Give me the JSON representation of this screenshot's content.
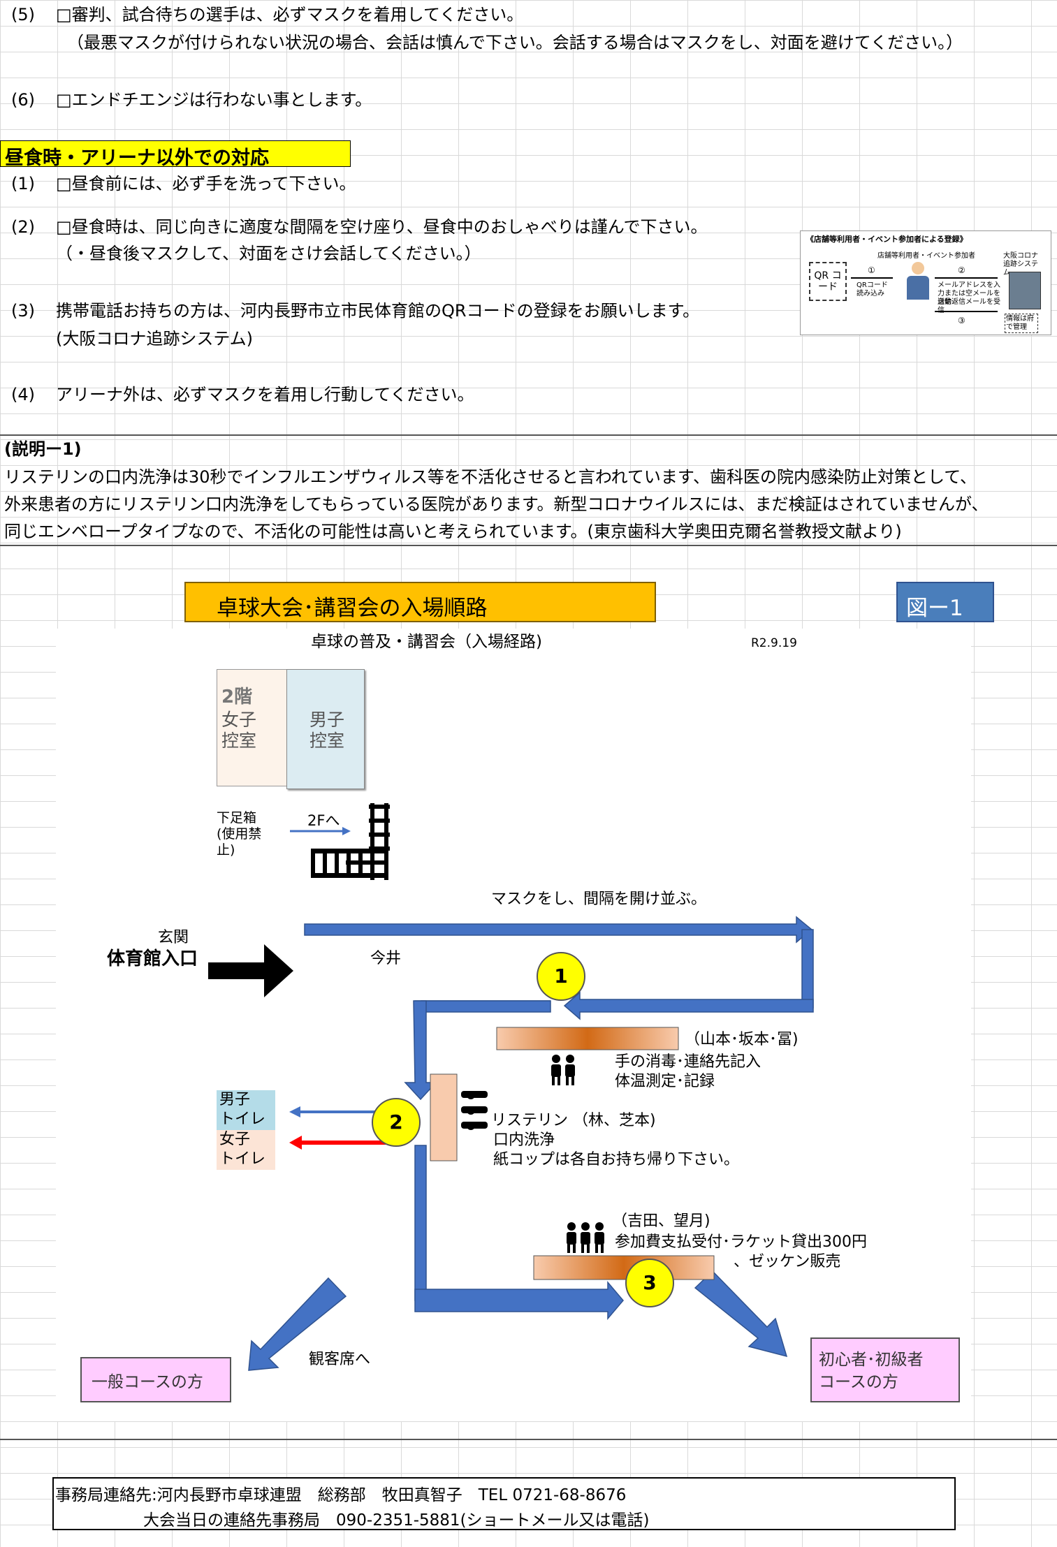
{
  "items_top": [
    {
      "num": "(5)",
      "text": "□審判、試合待ちの選手は、必ずマスクを着用してください。"
    },
    {
      "num": "",
      "text": "（最悪マスクが付けられない状況の場合、会話は慎んで下さい。会話する場合はマスクをし、対面を避けてください。）"
    },
    {
      "num": "(6)",
      "text": "□エンドチエンジは行わない事とします。"
    }
  ],
  "lunch": {
    "heading": "昼食時・アリーナ以外での対応",
    "items": [
      {
        "num": "(1)",
        "text": "□昼食前には、必ず手を洗って下さい。"
      },
      {
        "num": "(2)",
        "text": "□昼食時は、同じ向きに適度な間隔を空け座り、昼食中のおしゃべりは謹んで下さい。"
      },
      {
        "num": "",
        "text": "（・昼食後マスクして、対面をさけ会話してください。）"
      },
      {
        "num": "(3)",
        "text": "携帯電話お持ちの方は、河内長野市立市民体育館のQRコードの登録をお願いします。"
      },
      {
        "num": "",
        "text": "(大阪コロナ追跡システム)"
      },
      {
        "num": "(4)",
        "text": "アリーナ外は、必ずマスクを着用し行動してください。"
      }
    ]
  },
  "qr_panel": {
    "title": "《店舗等利用者・イベント参加者による登録》",
    "user_label": "店舗等利用者・イベント参加者",
    "system_label": "大阪コロナ追跡システム",
    "qr_label": "QR コード",
    "step1": "①",
    "step1_text": "QRコード読み込み",
    "step2": "②",
    "step2_text": "メールアドレスを入力または空メールを送信",
    "step3": "③",
    "step3_text": "自動返信メールを受信",
    "note": "情報は府で管理"
  },
  "explanation": {
    "heading": "(説明ー1)",
    "lines": [
      "リステリンの口内洗浄は30秒でインフルエンザウィルス等を不活化させると言われています、歯科医の院内感染防止対策として、",
      "外来患者の方にリステリン口内洗浄をしてもらっている医院があります。新型コロナウイルスには、まだ検証はされていませんが、",
      "同じエンベロープタイプなので、不活化の可能性は高いと考えられています。(東京歯科大学奥田克爾名誉教授文献より)"
    ]
  },
  "diagram": {
    "banner": "卓球大会･講習会の入場順路",
    "fig_label": "図ー1",
    "subtitle": "卓球の普及・講習会（入場経路)",
    "date": "R2.9.19",
    "floor": "2階",
    "women_room": "女子 控室",
    "women_room_l1": "女子",
    "women_room_l2": "控室",
    "men_room_l1": "男子",
    "men_room_l2": "控室",
    "shoe_l1": "下足箱",
    "shoe_l2": "(使用禁",
    "shoe_l3": "止)",
    "to_2f": "2Fへ",
    "mask_line": "マスクをし、間隔を開け並ぶ。",
    "entrance_l1": "玄関",
    "entrance_l2": "体育館入口",
    "imai": "今井",
    "step1": "1",
    "step2": "2",
    "step3": "3",
    "station1_staff": "（山本･坂本･冨)",
    "station1_l1": "手の消毒･連絡先記入",
    "station1_l2": "体温測定･記録",
    "station2_l1": "リステリン （林、芝本)",
    "station2_l2": "口内洗浄",
    "station2_l3": "紙コップは各自お持ち帰り下さい。",
    "toilet_m_l1": "男子",
    "toilet_m_l2": "トイレ",
    "toilet_f_l1": "女子",
    "toilet_f_l2": "トイレ",
    "station3_staff": "（吉田、望月)",
    "station3_l1": "参加費支払受付･ラケット貸出300円",
    "station3_l2": "、ゼッケン販売",
    "general": "一般コースの方",
    "spectator": "観客席へ",
    "beginner_l1": "初心者･初級者",
    "beginner_l2": "コースの方"
  },
  "contact": {
    "line1": "事務局連絡先:河内長野市卓球連盟　総務部　牧田真智子　TEL 0721-68-8676",
    "line2": "大会当日の連絡先事務局　090-2351-5881(ショートメール又は電話)"
  },
  "colors": {
    "highlight": "#ffff00",
    "banner": "#ffc000",
    "arrow_blue": "#4472c4",
    "fig_blue": "#4a7ebb",
    "pink": "#ffccff",
    "light_blue": "#b4dce8",
    "peach": "#fce4d6",
    "red": "#ff0000"
  }
}
